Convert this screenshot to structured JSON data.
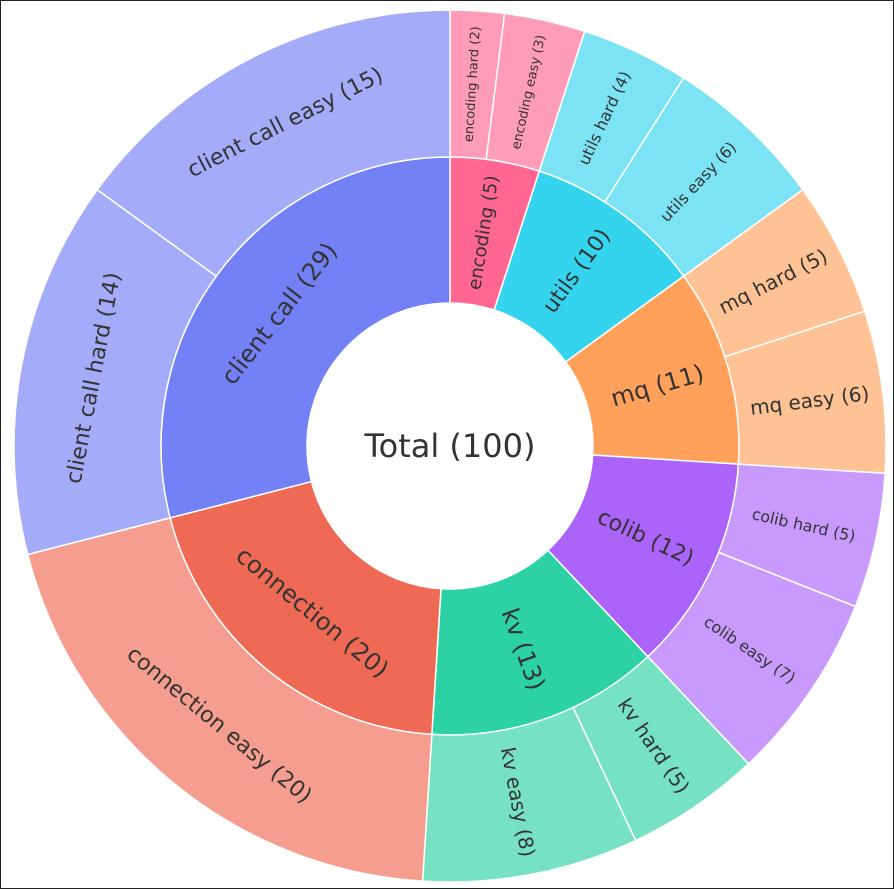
{
  "chart_data": {
    "type": "sunburst",
    "root": {
      "label": "Total (100)",
      "value": 100
    },
    "children": [
      {
        "name": "encoding",
        "value": 5,
        "label": "encoding (5)",
        "color": "#FF6692",
        "children": [
          {
            "name": "encoding hard",
            "value": 2,
            "label": "encoding hard (2)"
          },
          {
            "name": "encoding easy",
            "value": 3,
            "label": "encoding easy (3)"
          }
        ]
      },
      {
        "name": "utils",
        "value": 10,
        "label": "utils (10)",
        "color": "#35D4EE",
        "children": [
          {
            "name": "utils hard",
            "value": 4,
            "label": "utils hard (4)"
          },
          {
            "name": "utils easy",
            "value": 6,
            "label": "utils easy (6)"
          }
        ]
      },
      {
        "name": "mq",
        "value": 11,
        "label": "mq (11)",
        "color": "#FFA15A",
        "children": [
          {
            "name": "mq hard",
            "value": 5,
            "label": "mq hard (5)"
          },
          {
            "name": "mq easy",
            "value": 6,
            "label": "mq easy (6)"
          }
        ]
      },
      {
        "name": "colib",
        "value": 12,
        "label": "colib (12)",
        "color": "#AB63FA",
        "children": [
          {
            "name": "colib hard",
            "value": 5,
            "label": "colib hard (5)"
          },
          {
            "name": "colib easy",
            "value": 7,
            "label": "colib easy (7)"
          }
        ]
      },
      {
        "name": "kv",
        "value": 13,
        "label": "kv (13)",
        "color": "#2CD2A3",
        "children": [
          {
            "name": "kv hard",
            "value": 5,
            "label": "kv hard (5)"
          },
          {
            "name": "kv easy",
            "value": 8,
            "label": "kv easy (8)"
          }
        ]
      },
      {
        "name": "connection",
        "value": 20,
        "label": "connection (20)",
        "color": "#EF6A54",
        "children": [
          {
            "name": "connection easy",
            "value": 20,
            "label": "connection easy (20)"
          }
        ]
      },
      {
        "name": "client call",
        "value": 29,
        "label": "client call (29)",
        "color": "#7380F6",
        "children": [
          {
            "name": "client call hard",
            "value": 14,
            "label": "client call hard (14)"
          },
          {
            "name": "client call easy",
            "value": 15,
            "label": "client call easy (15)"
          }
        ]
      }
    ]
  }
}
